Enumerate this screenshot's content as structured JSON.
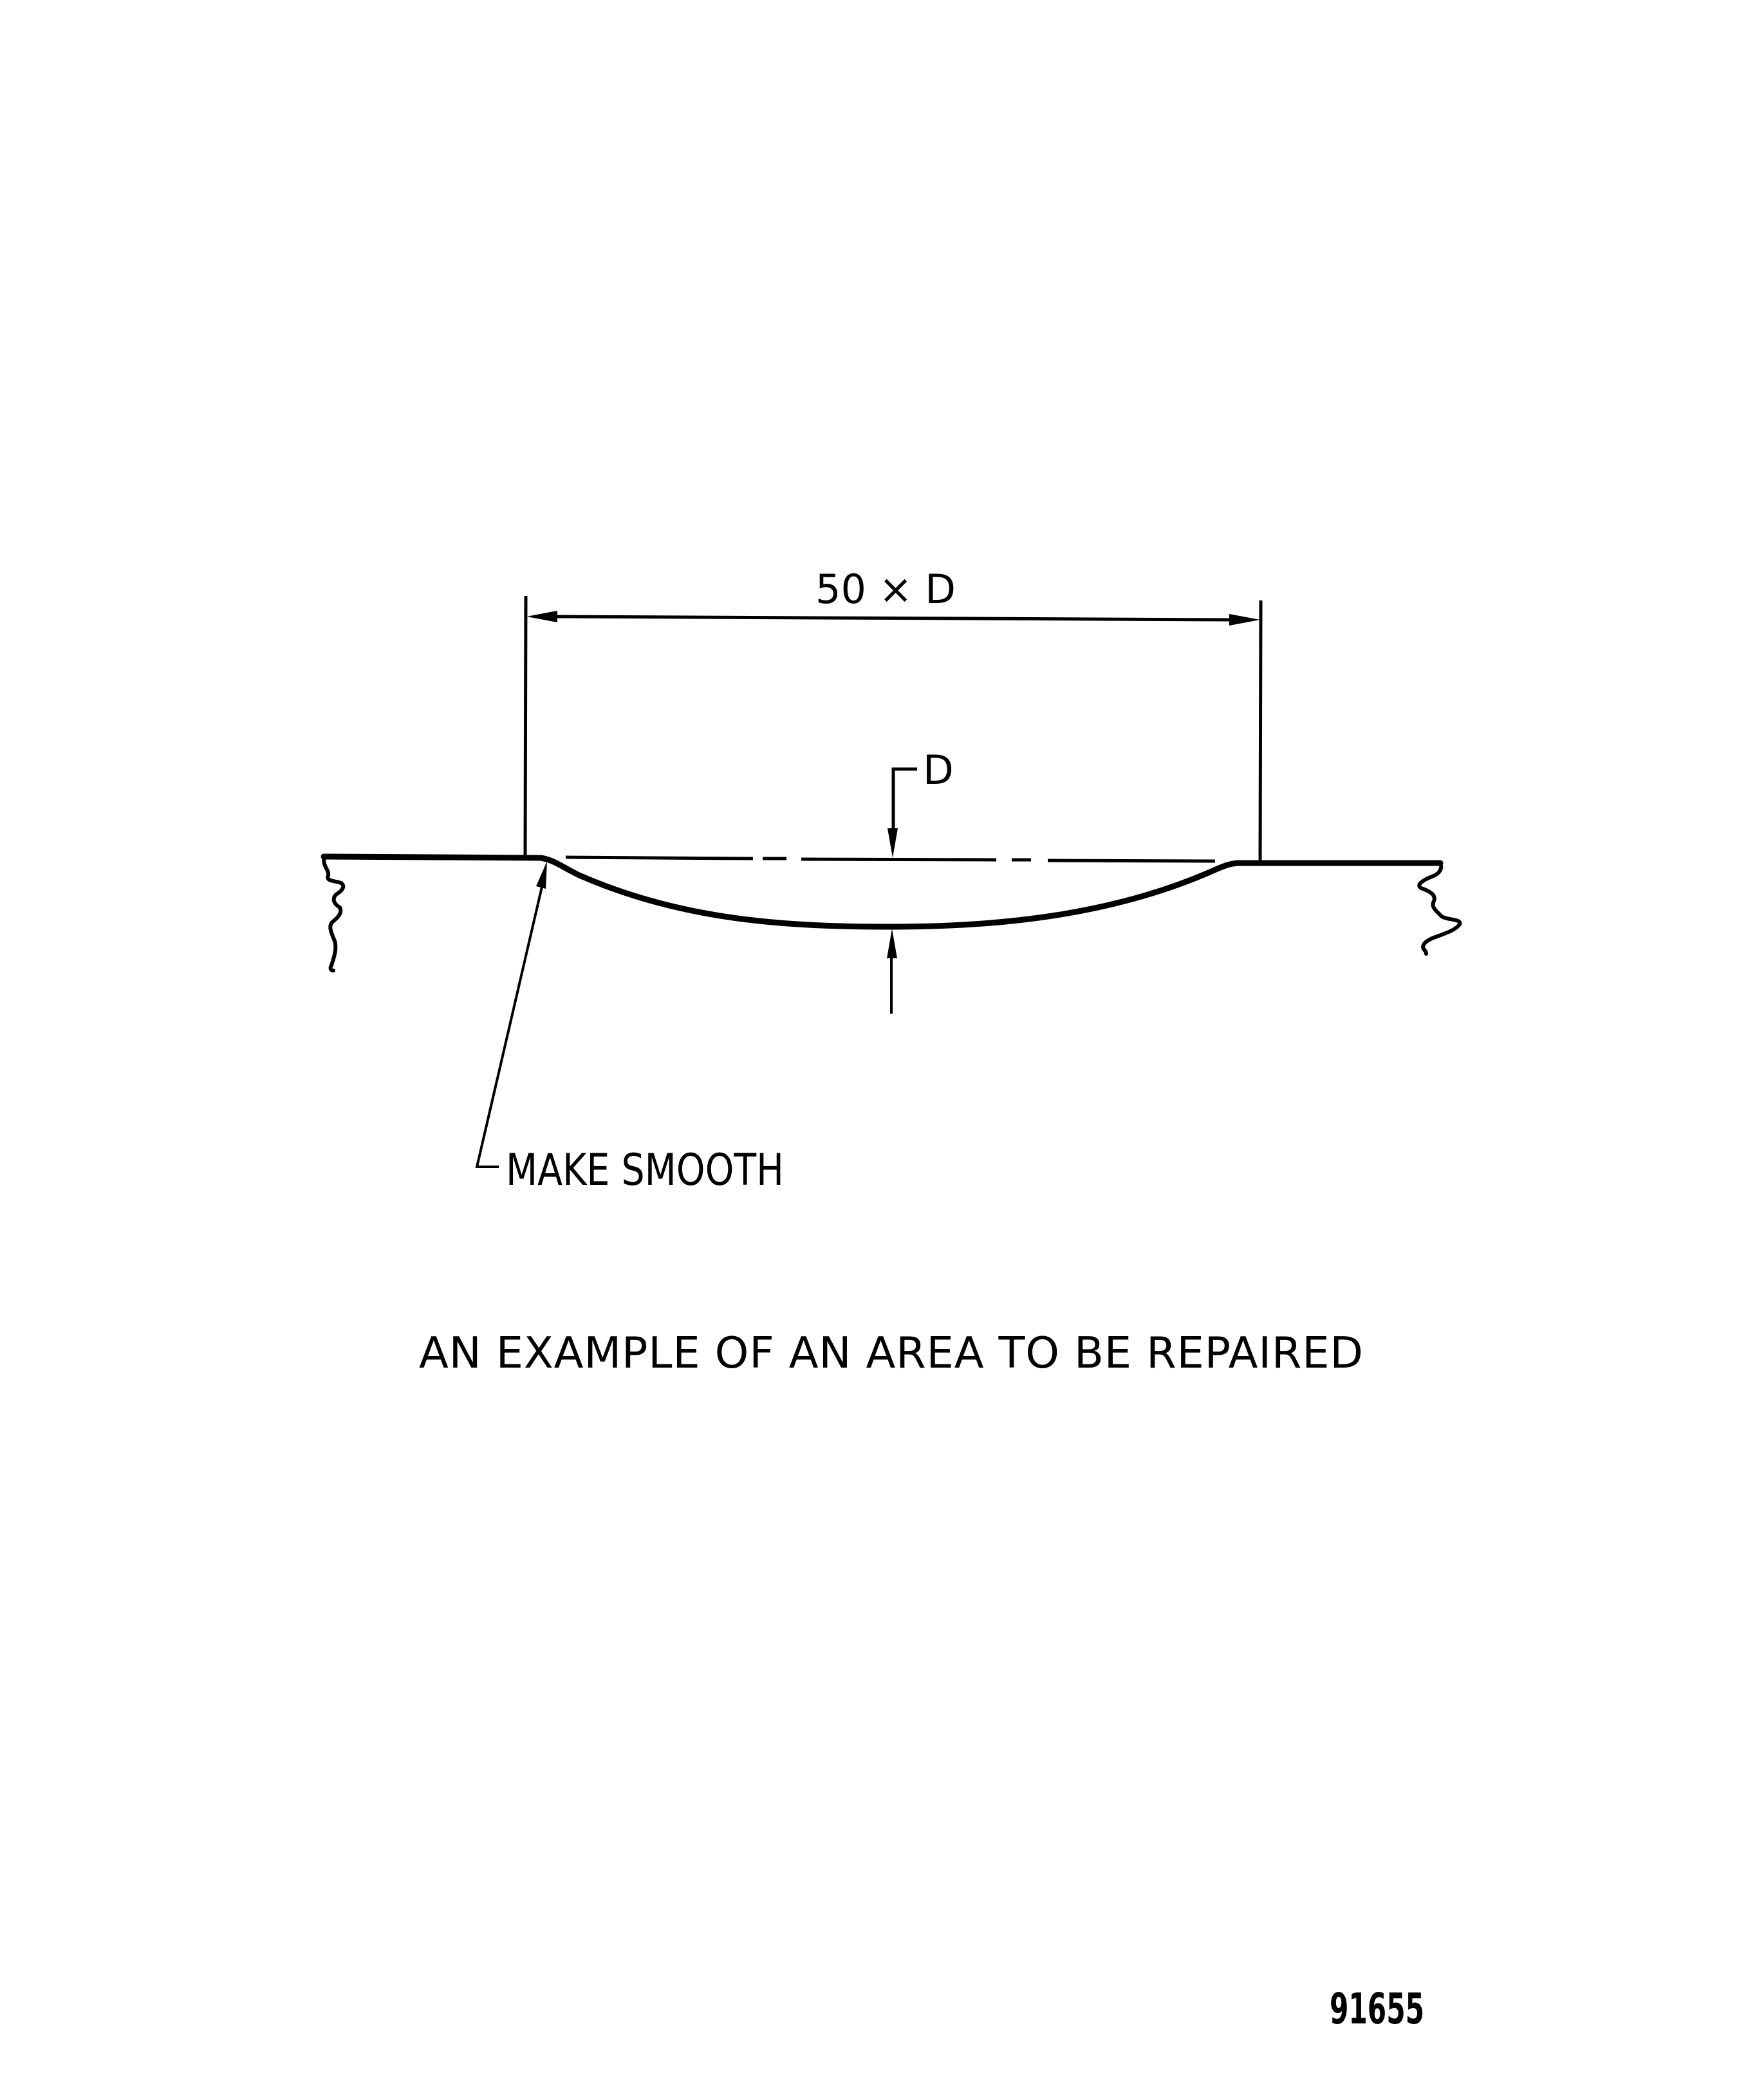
{
  "figure": {
    "type": "technical-drawing",
    "title": "AN EXAMPLE OF AN AREA TO BE REPAIRED",
    "figure_number": "91655",
    "colors": {
      "background": "#ffffff",
      "ink": "#000000"
    }
  },
  "dimensions": {
    "length_label": "50 × D",
    "depth_label": "D"
  },
  "annotations": {
    "leader_note": "MAKE SMOOTH"
  }
}
